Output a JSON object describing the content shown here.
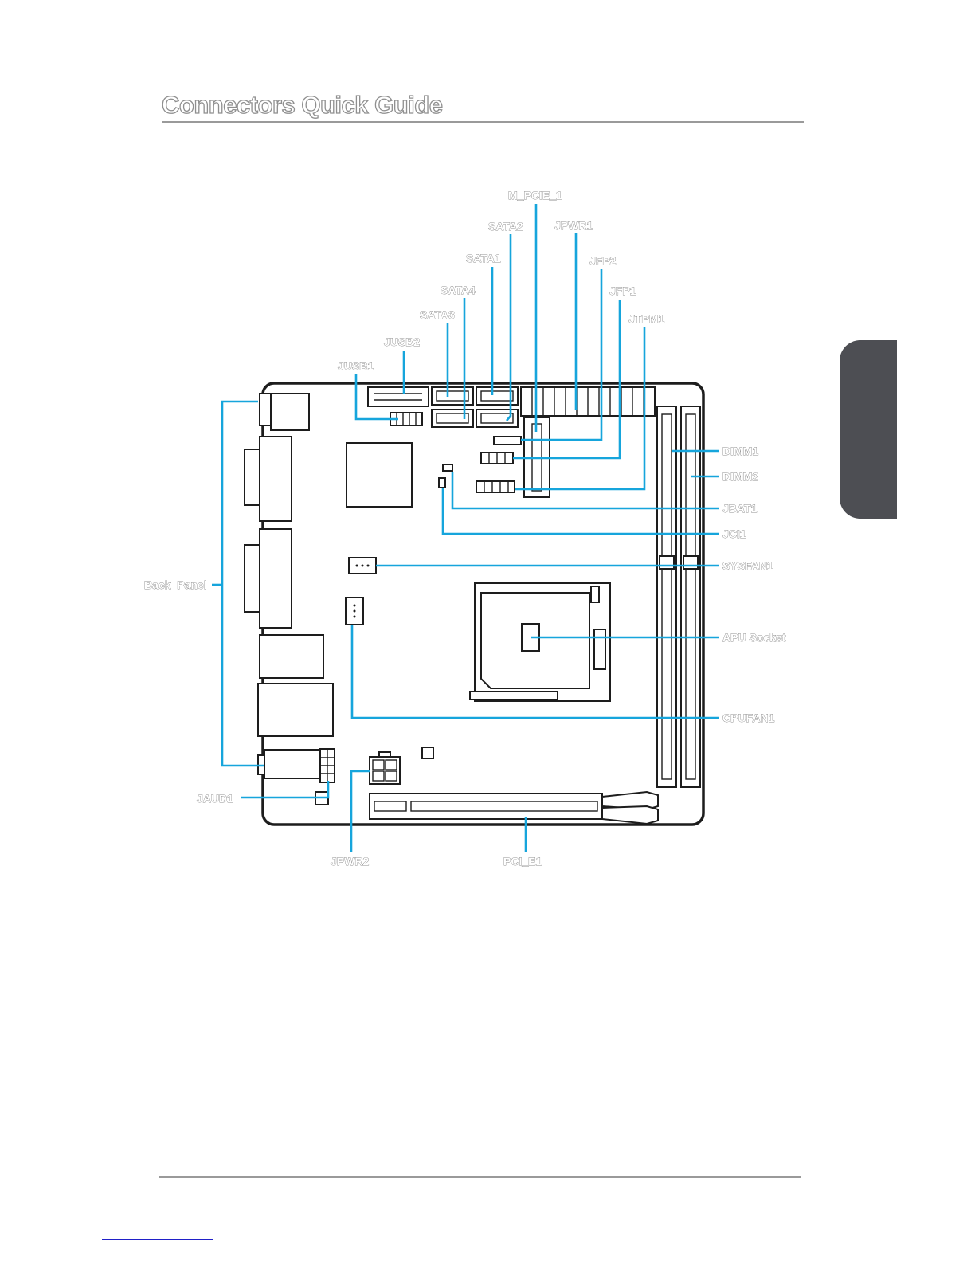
{
  "page": {
    "title": "Connectors Quick Guide"
  },
  "colors": {
    "leader": "#16a5dc",
    "title_outline": "#8f8f8f",
    "rule": "#9a9a9a",
    "side_tab": "#4d4e53"
  },
  "labels": {
    "m_pcie_1": "M_PCIE_1",
    "sata2": "SATA2",
    "jpwr1": "JPWR1",
    "sata1": "SATA1",
    "jfp2": "JFP2",
    "sata4": "SATA4",
    "jfp1": "JFP1",
    "sata3": "SATA3",
    "jtpm1": "JTPM1",
    "jusb2": "JUSB2",
    "jusb1": "JUSB1",
    "dimm1": "DIMM1",
    "dimm2": "DIMM2",
    "jbat1": "JBAT1",
    "jci1": "JCI1",
    "sysfan1": "SYSFAN1",
    "back_panel": "Back  Panel",
    "apu_socket": "APU Socket",
    "cpufan1": "CPUFAN1",
    "jaud1": "JAUD1",
    "jpwr2": "JPWR2",
    "pci_e1": "PCI_E1"
  }
}
